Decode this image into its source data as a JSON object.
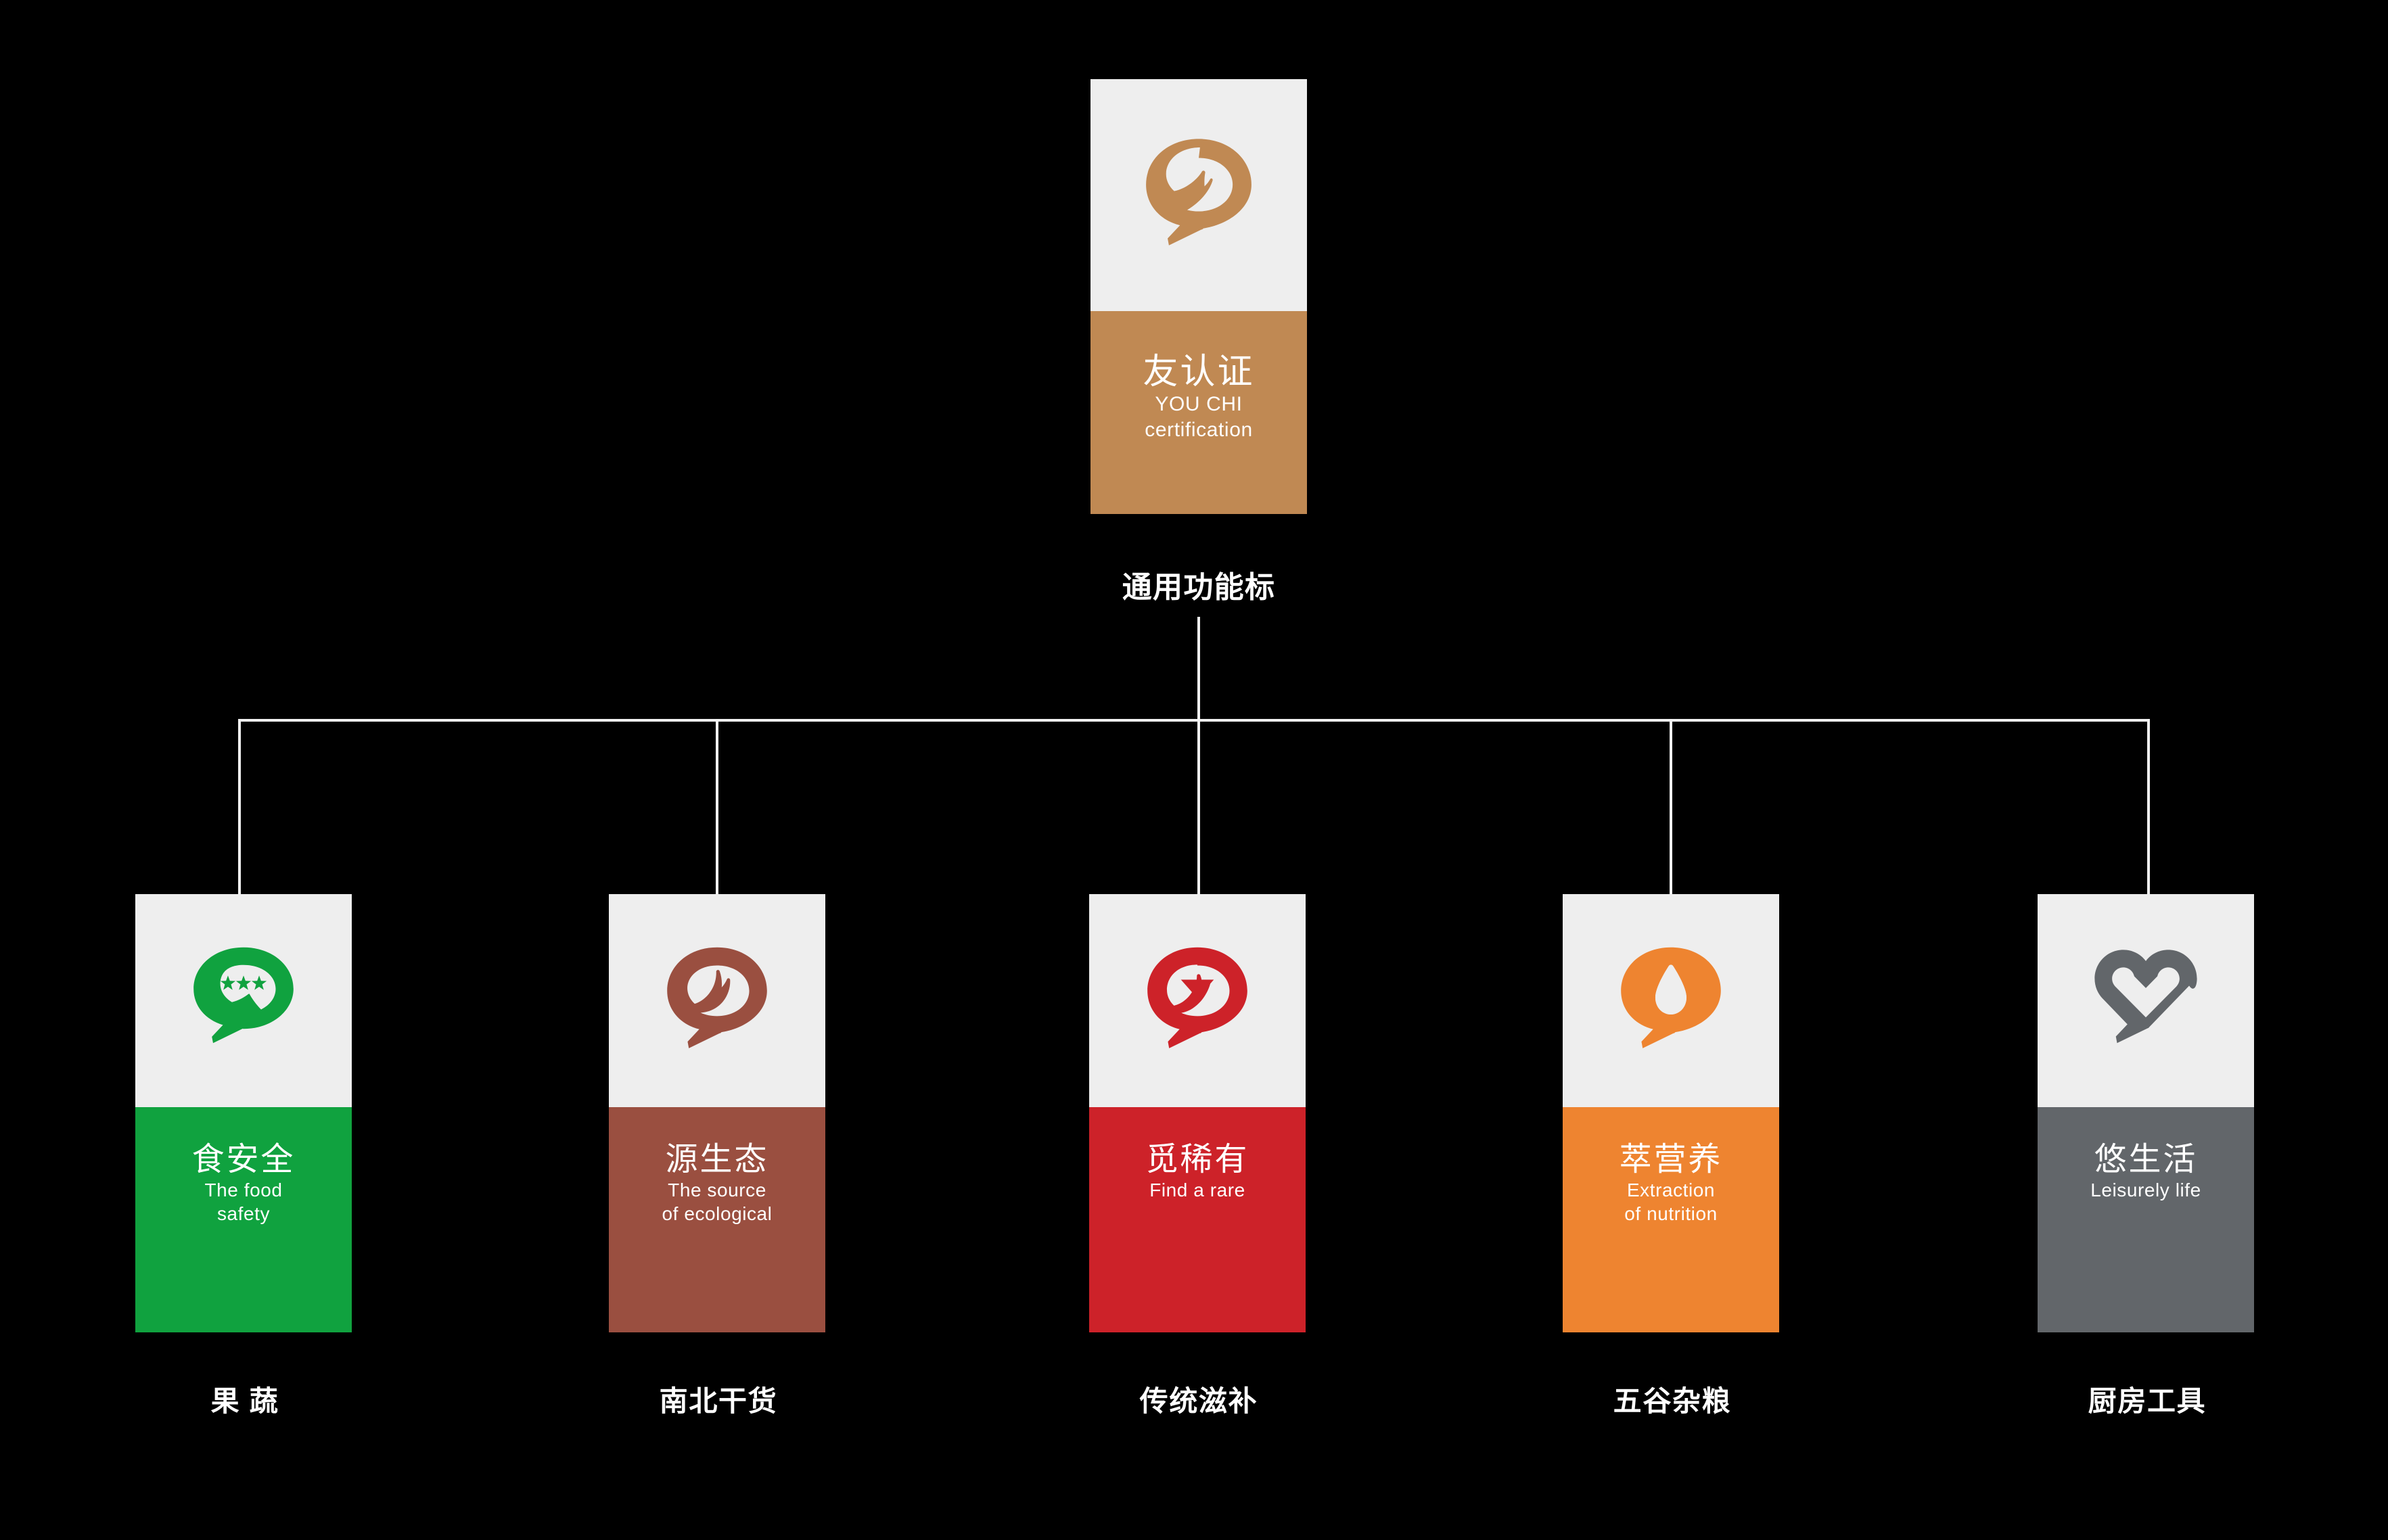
{
  "page": {
    "background_color": "#000000",
    "card_face_color": "#eeeeee",
    "line_color": "#f2f2f2"
  },
  "root": {
    "icon_name": "youchi-spiral-bird-logo",
    "cn_title": "友认证",
    "en_line1": "YOU CHI",
    "en_line2": "certification",
    "accent_color": "#c08953",
    "section_caption": "通用功能标"
  },
  "children": [
    {
      "icon_name": "shield-pin-three-stars-icon",
      "cn_title": "食安全",
      "en_line1": "The food",
      "en_line2": "safety",
      "accent_color": "#10a23f",
      "category": "果 蔬"
    },
    {
      "icon_name": "leaf-sprout-spiral-icon",
      "cn_title": "源生态",
      "en_line1": "The source",
      "en_line2": "of ecological",
      "accent_color": "#9a4f40",
      "category": "南北干货"
    },
    {
      "icon_name": "diamond-gem-spiral-icon",
      "cn_title": "觅稀有",
      "en_line1": "Find a rare",
      "en_line2": "",
      "accent_color": "#cd2229",
      "category": "传统滋补"
    },
    {
      "icon_name": "water-droplet-spiral-icon",
      "cn_title": "萃营养",
      "en_line1": "Extraction",
      "en_line2": "of nutrition",
      "accent_color": "#ee8430",
      "category": "五谷杂粮"
    },
    {
      "icon_name": "heart-spiral-icon",
      "cn_title": "悠生活",
      "en_line1": "Leisurely life",
      "en_line2": "",
      "accent_color": "#62666a",
      "category": "厨房工具"
    }
  ]
}
